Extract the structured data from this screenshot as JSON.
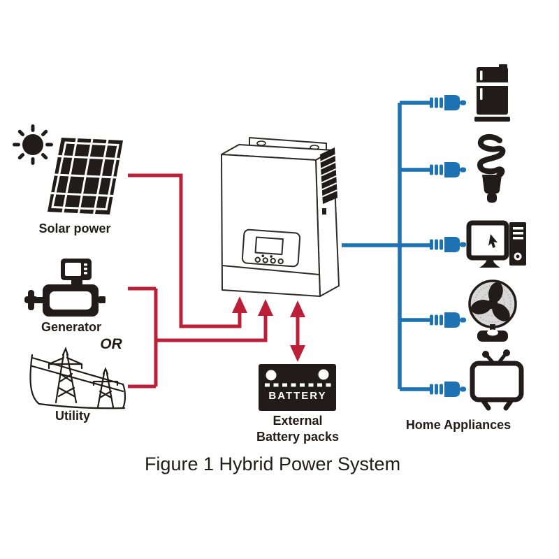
{
  "figure": {
    "caption": "Figure 1 Hybrid Power System"
  },
  "colors": {
    "red": "#bb2038",
    "blue": "#1d72b4",
    "ink": "#211c1a",
    "mesh": "#d8d8d8"
  },
  "sources": {
    "solar": {
      "label": "Solar power",
      "icon": "sun-and-solar-panel-icon"
    },
    "generator": {
      "label": "Generator",
      "icon": "generator-icon"
    },
    "conjunction": "OR",
    "utility": {
      "label": "Utility",
      "icon": "power-pylons-icon"
    }
  },
  "inverter": {
    "icon": "hybrid-inverter-icon"
  },
  "battery": {
    "panel_text": "BATTERY",
    "label_line1": "External",
    "label_line2": "Battery packs",
    "icon": "battery-icon"
  },
  "appliances": {
    "label": "Home Appliances",
    "items": [
      {
        "icon": "refrigerator-icon"
      },
      {
        "icon": "cfl-bulb-icon"
      },
      {
        "icon": "desktop-computer-icon"
      },
      {
        "icon": "table-fan-icon"
      },
      {
        "icon": "television-icon"
      }
    ]
  },
  "connections": {
    "input_lines_color": "red",
    "output_lines_color": "blue"
  }
}
